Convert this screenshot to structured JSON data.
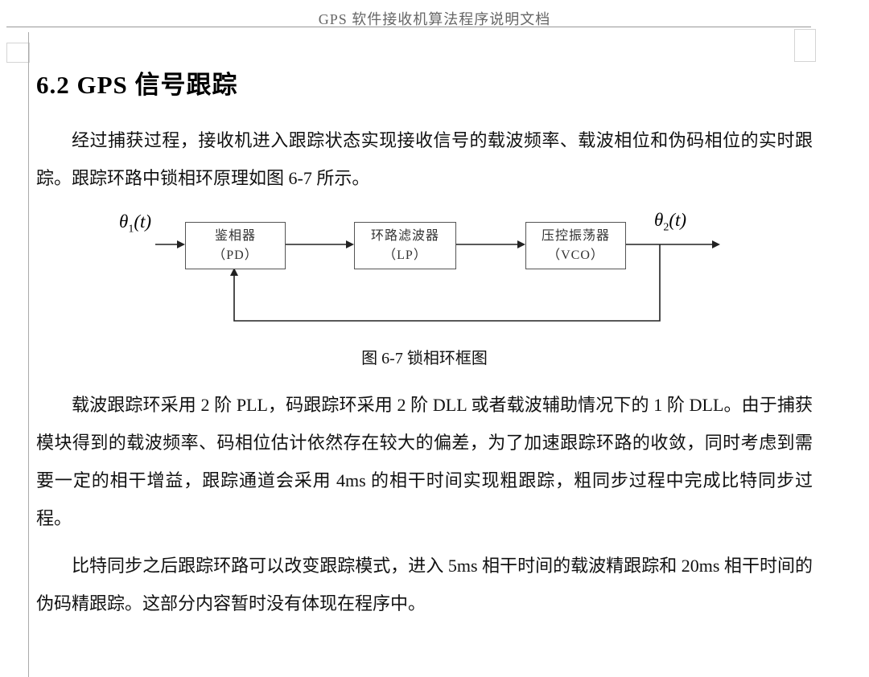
{
  "header": {
    "title": "GPS 软件接收机算法程序说明文档"
  },
  "section": {
    "heading": "6.2 GPS 信号跟踪"
  },
  "paragraphs": {
    "p1": "经过捕获过程，接收机进入跟踪状态实现接收信号的载波频率、载波相位和伪码相位的实时跟踪。跟踪环路中锁相环原理如图 6-7 所示。",
    "p2": "载波跟踪环采用 2 阶 PLL，码跟踪环采用 2 阶 DLL 或者载波辅助情况下的 1 阶 DLL。由于捕获模块得到的载波频率、码相位估计依然存在较大的偏差，为了加速跟踪环路的收敛，同时考虑到需要一定的相干增益，跟踪通道会采用 4ms 的相干时间实现粗跟踪，粗同步过程中完成比特同步过程。",
    "p3": "比特同步之后跟踪环路可以改变跟踪模式，进入 5ms 相干时间的载波精跟踪和 20ms 相干时间的伪码精跟踪。这部分内容暂时没有体现在程序中。"
  },
  "diagram": {
    "input_label": {
      "base": "θ",
      "sub": "1",
      "rest": "(t)"
    },
    "output_label": {
      "base": "θ",
      "sub": "2",
      "rest": "(t)"
    },
    "blocks": [
      {
        "line1": "鉴相器",
        "line2": "（PD）"
      },
      {
        "line1": "环路滤波器",
        "line2": "（LP）"
      },
      {
        "line1": "压控振荡器",
        "line2": "（VCO）"
      }
    ],
    "caption": "图 6-7 锁相环框图"
  },
  "colors": {
    "header_text": "#666666",
    "body_text": "#111111",
    "diagram_stroke": "#222222"
  }
}
